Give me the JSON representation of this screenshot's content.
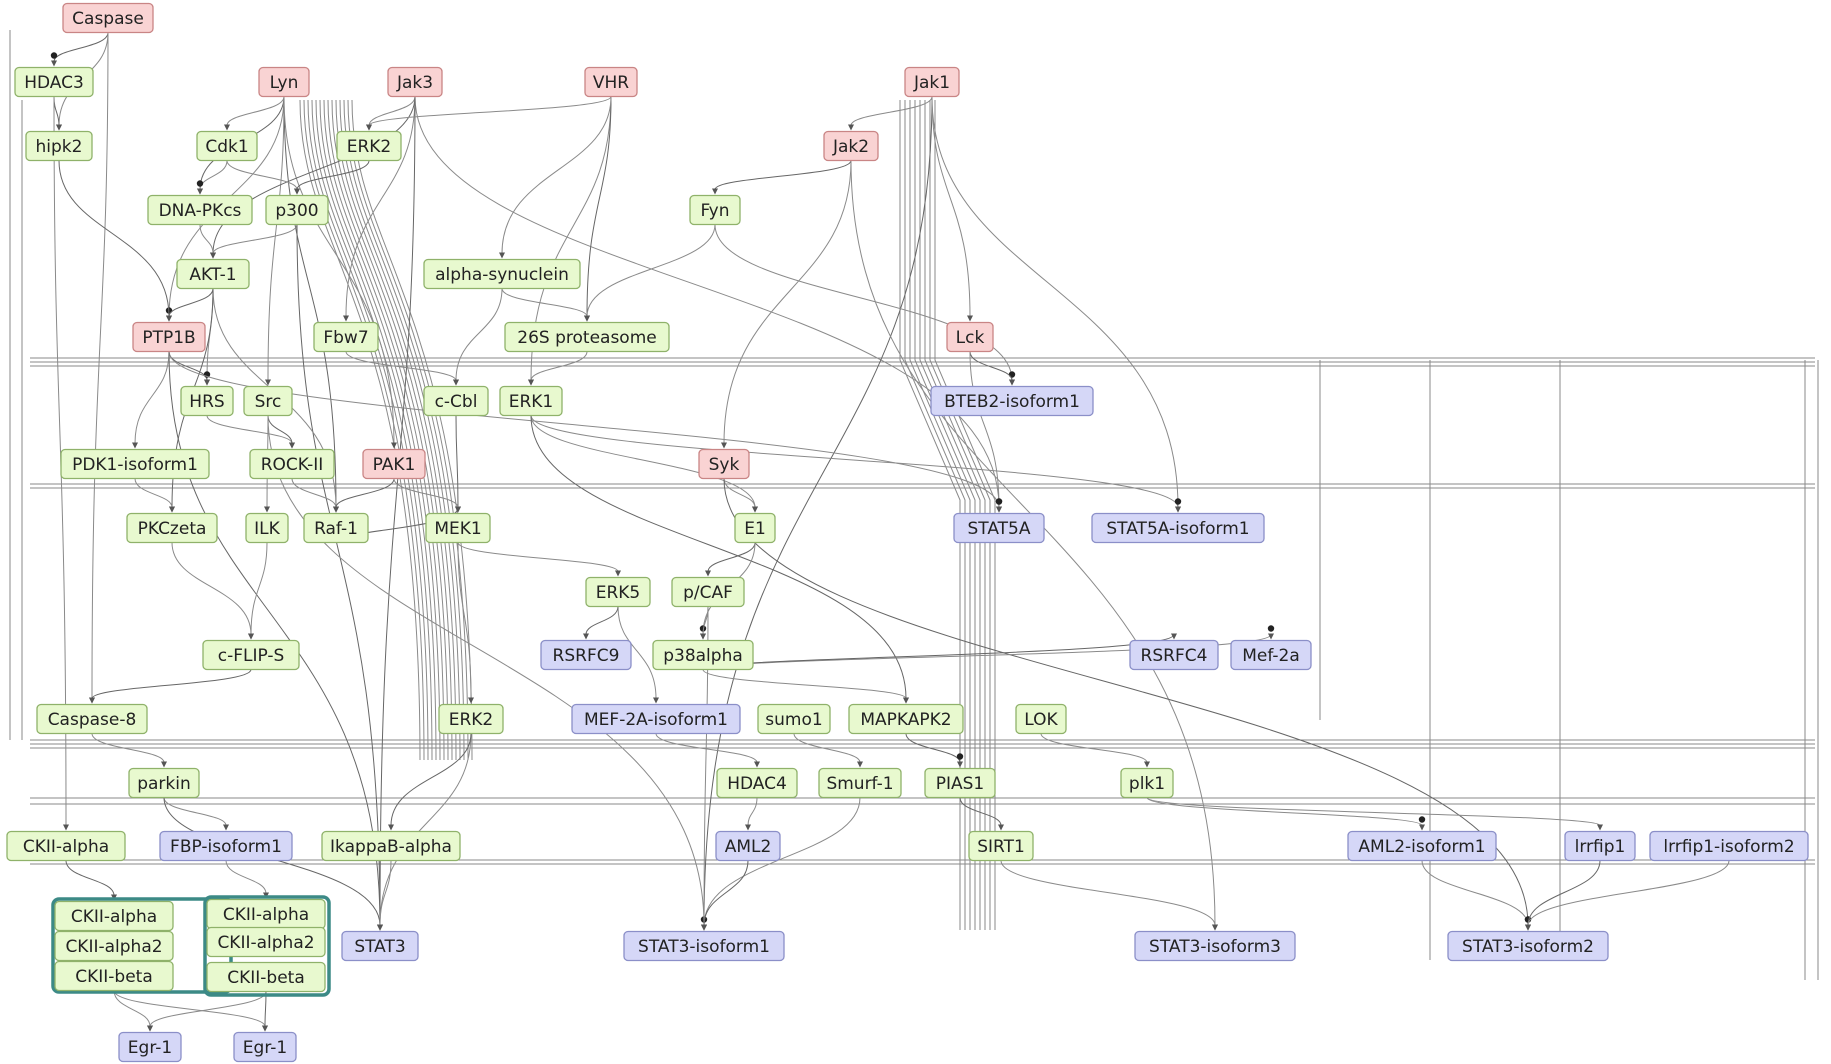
{
  "colors": {
    "red_fill": "#f9d3d3",
    "red_stroke": "#c98585",
    "green_fill": "#e8f9cf",
    "green_stroke": "#8fb26a",
    "blue_fill": "#d5d7f7",
    "blue_stroke": "#8b8fc8",
    "complex_border": "#3c8a86",
    "edge": "#8a8a8a"
  },
  "nodes": [
    {
      "id": "caspase",
      "label": "Caspase",
      "color": "red"
    },
    {
      "id": "hdac3",
      "label": "HDAC3",
      "color": "green"
    },
    {
      "id": "lyn",
      "label": "Lyn",
      "color": "red"
    },
    {
      "id": "jak3",
      "label": "Jak3",
      "color": "red"
    },
    {
      "id": "vhr",
      "label": "VHR",
      "color": "red"
    },
    {
      "id": "jak1",
      "label": "Jak1",
      "color": "red"
    },
    {
      "id": "hipk2",
      "label": "hipk2",
      "color": "green"
    },
    {
      "id": "cdk1",
      "label": "Cdk1",
      "color": "green"
    },
    {
      "id": "erk2_top",
      "label": "ERK2",
      "color": "green"
    },
    {
      "id": "jak2",
      "label": "Jak2",
      "color": "red"
    },
    {
      "id": "dnapkcs",
      "label": "DNA-PKcs",
      "color": "green"
    },
    {
      "id": "p300",
      "label": "p300",
      "color": "green"
    },
    {
      "id": "fyn",
      "label": "Fyn",
      "color": "green"
    },
    {
      "id": "akt1",
      "label": "AKT-1",
      "color": "green"
    },
    {
      "id": "asyn",
      "label": "alpha-synuclein",
      "color": "green"
    },
    {
      "id": "ptp1b",
      "label": "PTP1B",
      "color": "red"
    },
    {
      "id": "fbw7",
      "label": "Fbw7",
      "color": "green"
    },
    {
      "id": "proteasome",
      "label": "26S proteasome",
      "color": "green"
    },
    {
      "id": "lck",
      "label": "Lck",
      "color": "red"
    },
    {
      "id": "hrs",
      "label": "HRS",
      "color": "green"
    },
    {
      "id": "src",
      "label": "Src",
      "color": "green"
    },
    {
      "id": "ccbl",
      "label": "c-Cbl",
      "color": "green"
    },
    {
      "id": "erk1",
      "label": "ERK1",
      "color": "green"
    },
    {
      "id": "bteb2",
      "label": "BTEB2-isoform1",
      "color": "blue"
    },
    {
      "id": "pdk1",
      "label": "PDK1-isoform1",
      "color": "green"
    },
    {
      "id": "rock2",
      "label": "ROCK-II",
      "color": "green"
    },
    {
      "id": "pak1",
      "label": "PAK1",
      "color": "red"
    },
    {
      "id": "syk",
      "label": "Syk",
      "color": "red"
    },
    {
      "id": "pkczeta",
      "label": "PKCzeta",
      "color": "green"
    },
    {
      "id": "ilk",
      "label": "ILK",
      "color": "green"
    },
    {
      "id": "raf1",
      "label": "Raf-1",
      "color": "green"
    },
    {
      "id": "mek1",
      "label": "MEK1",
      "color": "green"
    },
    {
      "id": "e1",
      "label": "E1",
      "color": "green"
    },
    {
      "id": "stat5a",
      "label": "STAT5A",
      "color": "blue"
    },
    {
      "id": "stat5a_iso1",
      "label": "STAT5A-isoform1",
      "color": "blue"
    },
    {
      "id": "erk5",
      "label": "ERK5",
      "color": "green"
    },
    {
      "id": "pcaf",
      "label": "p/CAF",
      "color": "green"
    },
    {
      "id": "cflips",
      "label": "c-FLIP-S",
      "color": "green"
    },
    {
      "id": "rsrfc9",
      "label": "RSRFC9",
      "color": "blue"
    },
    {
      "id": "p38alpha",
      "label": "p38alpha",
      "color": "green"
    },
    {
      "id": "rsrfc4",
      "label": "RSRFC4",
      "color": "blue"
    },
    {
      "id": "mef2a",
      "label": "Mef-2a",
      "color": "blue"
    },
    {
      "id": "caspase8",
      "label": "Caspase-8",
      "color": "green"
    },
    {
      "id": "erk2_mid",
      "label": "ERK2",
      "color": "green"
    },
    {
      "id": "mef2a_iso1",
      "label": "MEF-2A-isoform1",
      "color": "blue"
    },
    {
      "id": "sumo1",
      "label": "sumo1",
      "color": "green"
    },
    {
      "id": "mapkapk2",
      "label": "MAPKAPK2",
      "color": "green"
    },
    {
      "id": "lok",
      "label": "LOK",
      "color": "green"
    },
    {
      "id": "parkin",
      "label": "parkin",
      "color": "green"
    },
    {
      "id": "hdac4",
      "label": "HDAC4",
      "color": "green"
    },
    {
      "id": "smurf1",
      "label": "Smurf-1",
      "color": "green"
    },
    {
      "id": "pias1",
      "label": "PIAS1",
      "color": "green"
    },
    {
      "id": "plk1",
      "label": "plk1",
      "color": "green"
    },
    {
      "id": "ckii_alpha_single",
      "label": "CKII-alpha",
      "color": "green"
    },
    {
      "id": "fbp_iso1",
      "label": "FBP-isoform1",
      "color": "blue"
    },
    {
      "id": "ikba",
      "label": "IkappaB-alpha",
      "color": "green"
    },
    {
      "id": "aml2",
      "label": "AML2",
      "color": "blue"
    },
    {
      "id": "sirt1",
      "label": "SIRT1",
      "color": "green"
    },
    {
      "id": "aml2_iso1",
      "label": "AML2-isoform1",
      "color": "blue"
    },
    {
      "id": "lrrfip1",
      "label": "lrrfip1",
      "color": "blue"
    },
    {
      "id": "lrrfip1_iso2",
      "label": "lrrfip1-isoform2",
      "color": "blue"
    },
    {
      "id": "c1_a",
      "label": "CKII-alpha",
      "color": "green"
    },
    {
      "id": "c1_a2",
      "label": "CKII-alpha2",
      "color": "green"
    },
    {
      "id": "c1_b",
      "label": "CKII-beta",
      "color": "green"
    },
    {
      "id": "c2_a",
      "label": "CKII-alpha",
      "color": "green"
    },
    {
      "id": "c2_a2",
      "label": "CKII-alpha2",
      "color": "green"
    },
    {
      "id": "c2_b",
      "label": "CKII-beta",
      "color": "green"
    },
    {
      "id": "stat3",
      "label": "STAT3",
      "color": "blue"
    },
    {
      "id": "stat3_iso1",
      "label": "STAT3-isoform1",
      "color": "blue"
    },
    {
      "id": "stat3_iso3",
      "label": "STAT3-isoform3",
      "color": "blue"
    },
    {
      "id": "stat3_iso2",
      "label": "STAT3-isoform2",
      "color": "blue"
    },
    {
      "id": "egr1_a",
      "label": "Egr-1",
      "color": "blue"
    },
    {
      "id": "egr1_b",
      "label": "Egr-1",
      "color": "blue"
    }
  ],
  "complexes": [
    {
      "id": "ckii_complex_1",
      "members": [
        "c1_a",
        "c1_a2",
        "c1_b"
      ]
    },
    {
      "id": "ckii_complex_2",
      "members": [
        "c2_a",
        "c2_a2",
        "c2_b"
      ]
    }
  ],
  "edges": [
    [
      "caspase",
      "hdac3"
    ],
    [
      "caspase",
      "hipk2"
    ],
    [
      "caspase",
      "caspase8"
    ],
    [
      "hdac3",
      "hipk2"
    ],
    [
      "hdac3",
      "ckii_alpha_single"
    ],
    [
      "lyn",
      "cdk1"
    ],
    [
      "lyn",
      "dnapkcs"
    ],
    [
      "lyn",
      "ptp1b"
    ],
    [
      "lyn",
      "src"
    ],
    [
      "lyn",
      "raf1"
    ],
    [
      "lyn",
      "pak1"
    ],
    [
      "jak3",
      "erk2_top"
    ],
    [
      "jak3",
      "akt1"
    ],
    [
      "jak3",
      "fbw7"
    ],
    [
      "jak3",
      "stat5a"
    ],
    [
      "jak3",
      "stat3"
    ],
    [
      "vhr",
      "erk2_top"
    ],
    [
      "vhr",
      "erk1"
    ],
    [
      "vhr",
      "proteasome"
    ],
    [
      "vhr",
      "asyn"
    ],
    [
      "jak1",
      "jak2"
    ],
    [
      "jak1",
      "stat3_iso1"
    ],
    [
      "jak1",
      "stat5a_iso1"
    ],
    [
      "jak1",
      "lck"
    ],
    [
      "jak2",
      "fyn"
    ],
    [
      "jak2",
      "syk"
    ],
    [
      "jak2",
      "stat3_iso3"
    ],
    [
      "hipk2",
      "ptp1b"
    ],
    [
      "cdk1",
      "dnapkcs"
    ],
    [
      "cdk1",
      "p300"
    ],
    [
      "erk2_top",
      "p300"
    ],
    [
      "dnapkcs",
      "akt1"
    ],
    [
      "p300",
      "akt1"
    ],
    [
      "p300",
      "stat3"
    ],
    [
      "fyn",
      "proteasome"
    ],
    [
      "fyn",
      "bteb2"
    ],
    [
      "akt1",
      "ptp1b"
    ],
    [
      "akt1",
      "hrs"
    ],
    [
      "akt1",
      "raf1"
    ],
    [
      "akt1",
      "pkczeta"
    ],
    [
      "asyn",
      "proteasome"
    ],
    [
      "asyn",
      "ccbl"
    ],
    [
      "ptp1b",
      "hrs"
    ],
    [
      "ptp1b",
      "pdk1"
    ],
    [
      "ptp1b",
      "stat5a"
    ],
    [
      "ptp1b",
      "stat3"
    ],
    [
      "fbw7",
      "ccbl"
    ],
    [
      "proteasome",
      "erk1"
    ],
    [
      "lck",
      "bteb2"
    ],
    [
      "lck",
      "stat5a"
    ],
    [
      "hrs",
      "rock2"
    ],
    [
      "src",
      "rock2"
    ],
    [
      "src",
      "ilk"
    ],
    [
      "src",
      "stat3_iso1"
    ],
    [
      "ccbl",
      "mek1"
    ],
    [
      "erk1",
      "e1"
    ],
    [
      "erk1",
      "stat5a_iso1"
    ],
    [
      "erk1",
      "mapkapk2"
    ],
    [
      "pdk1",
      "pkczeta"
    ],
    [
      "rock2",
      "raf1"
    ],
    [
      "pak1",
      "raf1"
    ],
    [
      "pak1",
      "mek1"
    ],
    [
      "syk",
      "e1"
    ],
    [
      "syk",
      "stat3_iso2"
    ],
    [
      "pkczeta",
      "cflips"
    ],
    [
      "ilk",
      "cflips"
    ],
    [
      "raf1",
      "mek1"
    ],
    [
      "mek1",
      "erk5"
    ],
    [
      "mek1",
      "erk2_mid"
    ],
    [
      "e1",
      "pcaf"
    ],
    [
      "e1",
      "p38alpha"
    ],
    [
      "erk5",
      "mef2a_iso1"
    ],
    [
      "erk5",
      "rsrfc9"
    ],
    [
      "pcaf",
      "p38alpha"
    ],
    [
      "pcaf",
      "stat3_iso1"
    ],
    [
      "cflips",
      "caspase8"
    ],
    [
      "p38alpha",
      "mapkapk2"
    ],
    [
      "p38alpha",
      "mef2a"
    ],
    [
      "p38alpha",
      "rsrfc4"
    ],
    [
      "caspase8",
      "parkin"
    ],
    [
      "erk2_mid",
      "stat3"
    ],
    [
      "erk2_mid",
      "ikba"
    ],
    [
      "mef2a_iso1",
      "hdac4"
    ],
    [
      "sumo1",
      "smurf1"
    ],
    [
      "mapkapk2",
      "pias1"
    ],
    [
      "lok",
      "plk1"
    ],
    [
      "parkin",
      "fbp_iso1"
    ],
    [
      "parkin",
      "stat3"
    ],
    [
      "hdac4",
      "aml2"
    ],
    [
      "smurf1",
      "stat3_iso1"
    ],
    [
      "pias1",
      "sirt1"
    ],
    [
      "plk1",
      "aml2_iso1"
    ],
    [
      "plk1",
      "lrrfip1"
    ],
    [
      "ckii_alpha_single",
      "c1_a"
    ],
    [
      "fbp_iso1",
      "c2_a"
    ],
    [
      "ikba",
      "stat3"
    ],
    [
      "aml2",
      "stat3_iso1"
    ],
    [
      "sirt1",
      "stat3_iso3"
    ],
    [
      "aml2_iso1",
      "stat3_iso2"
    ],
    [
      "lrrfip1",
      "stat3_iso2"
    ],
    [
      "lrrfip1_iso2",
      "stat3_iso2"
    ],
    [
      "c1_b",
      "egr1_a"
    ],
    [
      "c2_b",
      "egr1_b"
    ],
    [
      "c1_b",
      "egr1_b"
    ],
    [
      "c2_b",
      "egr1_a"
    ]
  ]
}
